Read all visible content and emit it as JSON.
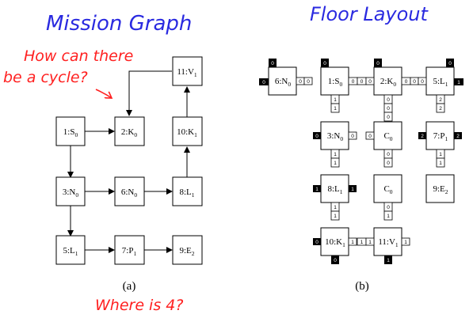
{
  "annotations": {
    "mission_title": "Mission Graph",
    "floor_title": "Floor Layout",
    "cycle_note_line1": "How can there",
    "cycle_note_line2": "be a cycle?",
    "missing_note": "Where is 4?",
    "blue_ink": "#2a2ae0",
    "red_ink": "#ff2020"
  },
  "mission_graph": {
    "caption": "(a)",
    "nodes": [
      {
        "id": "n1",
        "main": "1:S",
        "sub": "0"
      },
      {
        "id": "n2",
        "main": "2:K",
        "sub": "0"
      },
      {
        "id": "n3",
        "main": "3:N",
        "sub": "0"
      },
      {
        "id": "n5",
        "main": "5:L",
        "sub": "1"
      },
      {
        "id": "n6",
        "main": "6:N",
        "sub": "0"
      },
      {
        "id": "n7",
        "main": "7:P",
        "sub": "1"
      },
      {
        "id": "n8",
        "main": "8:L",
        "sub": "1"
      },
      {
        "id": "n9",
        "main": "9:E",
        "sub": "2"
      },
      {
        "id": "n10",
        "main": "10:K",
        "sub": "1"
      },
      {
        "id": "n11",
        "main": "11:V",
        "sub": "1"
      }
    ]
  },
  "floor_layout": {
    "caption": "(b)",
    "rooms": [
      {
        "id": "r6",
        "main": "6:N",
        "sub": "0"
      },
      {
        "id": "r1",
        "main": "1:S",
        "sub": "0"
      },
      {
        "id": "r2",
        "main": "2:K",
        "sub": "0"
      },
      {
        "id": "r5",
        "main": "5:L",
        "sub": "1"
      },
      {
        "id": "r3",
        "main": "3:N",
        "sub": "0"
      },
      {
        "id": "rc1",
        "main": "C",
        "sub": "0"
      },
      {
        "id": "r7",
        "main": "7:P",
        "sub": "1"
      },
      {
        "id": "r8",
        "main": "8:L",
        "sub": "1"
      },
      {
        "id": "rc2",
        "main": "C",
        "sub": "0"
      },
      {
        "id": "r9",
        "main": "9:E",
        "sub": "2"
      },
      {
        "id": "r10",
        "main": "10:K",
        "sub": "1"
      },
      {
        "id": "r11",
        "main": "11:V",
        "sub": "1"
      }
    ],
    "door_labels": [
      "0",
      "0",
      "0",
      "0",
      "0",
      "1",
      "0",
      "0",
      "0",
      "0",
      "0",
      "0",
      "0",
      "0",
      "1",
      "1",
      "2",
      "2",
      "0",
      "0",
      "0",
      "0",
      "0",
      "0",
      "2",
      "2",
      "1",
      "1",
      "1",
      "1",
      "1",
      "1",
      "0",
      "0",
      "1",
      "1",
      "0",
      "1",
      "0",
      "0",
      "1",
      "1",
      "1",
      "1",
      "1",
      "1",
      "0"
    ]
  }
}
